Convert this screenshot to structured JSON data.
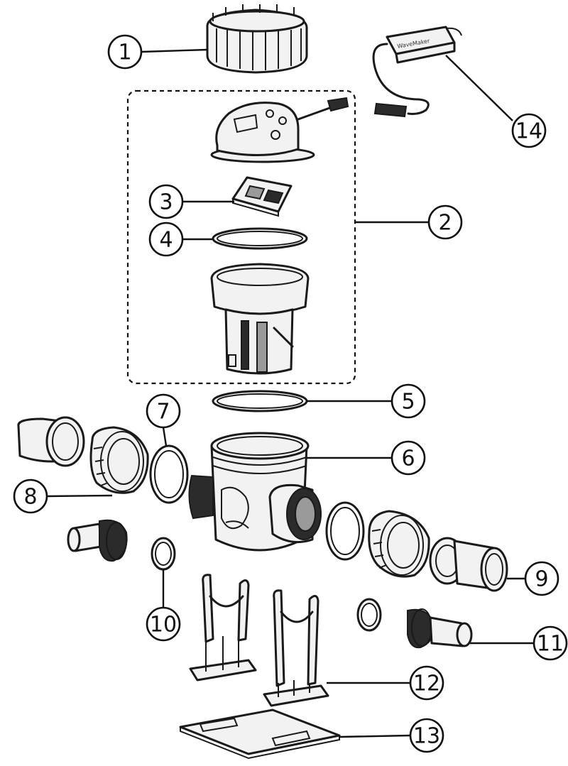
{
  "device_label": "WaveMaker",
  "callouts": [
    {
      "id": "1",
      "label": "1"
    },
    {
      "id": "2",
      "label": "2"
    },
    {
      "id": "3",
      "label": "3"
    },
    {
      "id": "4",
      "label": "4"
    },
    {
      "id": "5",
      "label": "5"
    },
    {
      "id": "6",
      "label": "6"
    },
    {
      "id": "7",
      "label": "7"
    },
    {
      "id": "8",
      "label": "8"
    },
    {
      "id": "9",
      "label": "9"
    },
    {
      "id": "10",
      "label": "10"
    },
    {
      "id": "11",
      "label": "11"
    },
    {
      "id": "12",
      "label": "12"
    },
    {
      "id": "13",
      "label": "13"
    },
    {
      "id": "14",
      "label": "14"
    }
  ]
}
